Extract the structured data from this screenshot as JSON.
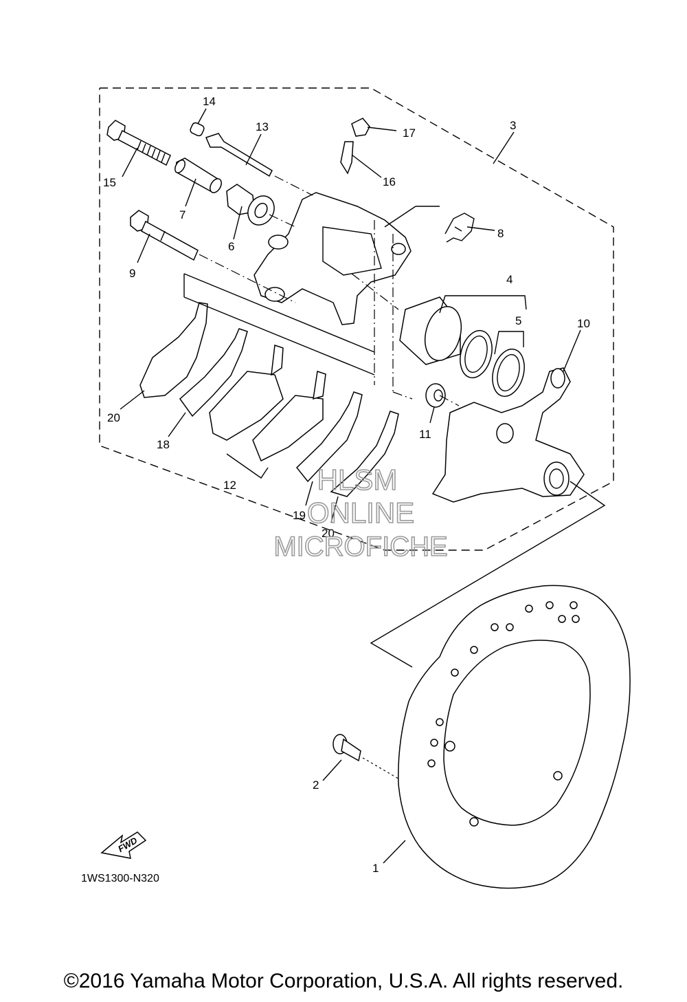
{
  "diagram": {
    "callouts": {
      "p1": "1",
      "p2": "2",
      "p3": "3",
      "p4": "4",
      "p5": "5",
      "p6": "6",
      "p7": "7",
      "p8": "8",
      "p9": "9",
      "p10": "10",
      "p11": "11",
      "p12": "12",
      "p13": "13",
      "p14": "14",
      "p15": "15",
      "p16": "16",
      "p17": "17",
      "p18": "18",
      "p19": "19",
      "p20a": "20",
      "p20b": "20"
    },
    "diagram_code": "1WS1300-N320",
    "fwd_label": "FWD",
    "watermark": {
      "line1": "HLSM",
      "line2": "ONLINE",
      "line3": "MICROFICHE"
    }
  },
  "footer": {
    "copyright": "©2016 Yamaha Motor Corporation, U.S.A. All rights reserved."
  }
}
